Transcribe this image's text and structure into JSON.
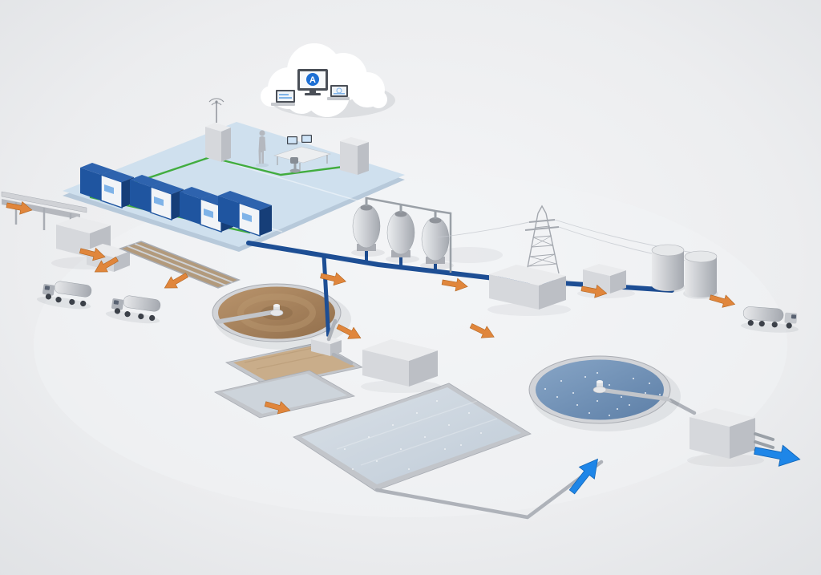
{
  "meta": {
    "logo_letter": "A"
  },
  "colors": {
    "background_center": "#f5f6f8",
    "background_edge": "#dfe1e4",
    "platform": "#cfe0ee",
    "platform_edge": "#b7c9da",
    "network_green": "#3aaa35",
    "pipe_blue": "#1d4e94",
    "pipe_gray": "#aeb2b9",
    "cabinet_front": "#1f55a0",
    "cabinet_side": "#163e78",
    "cabinet_top": "#2e63ae",
    "cabinet_door": "#f2f4f7",
    "screen_blue": "#7fb3e8",
    "arrow_orange": "#e0863c",
    "arrow_blue": "#1e86e8",
    "water_brown_light": "#b9946c",
    "water_brown_dark": "#926f4c",
    "water_tan": "#c9ad8a",
    "water_blue_light": "#87a5c6",
    "water_blue_dark": "#5d7fa7",
    "basin_pale_light": "#d9e0e7",
    "basin_pale_dark": "#c0ccd8",
    "logo_blue": "#1d6fd4"
  },
  "scene": {
    "components": [
      "cloud-computing",
      "remote-monitoring-screens",
      "control-room-platform",
      "control-cabinets",
      "radio-telemetry-cabinet",
      "operator-figure",
      "scada-workstation-desk",
      "server-cabinet",
      "network-cabling",
      "influent-channel",
      "screening-building",
      "grit-channel",
      "sludge-tanker-trucks",
      "primary-clarifier",
      "pump-station",
      "process-building",
      "aeration-basins",
      "secondary-clarifier",
      "digesters",
      "power-pylon",
      "blower-building",
      "auxiliary-building",
      "storage-tanks",
      "tanker-truck",
      "outlet-building",
      "effluent-discharge-arrow",
      "process-flow-arrows",
      "blue-process-pipes"
    ]
  },
  "flow": {
    "orange_arrow_count": 11,
    "blue_arrow_count": 2
  }
}
